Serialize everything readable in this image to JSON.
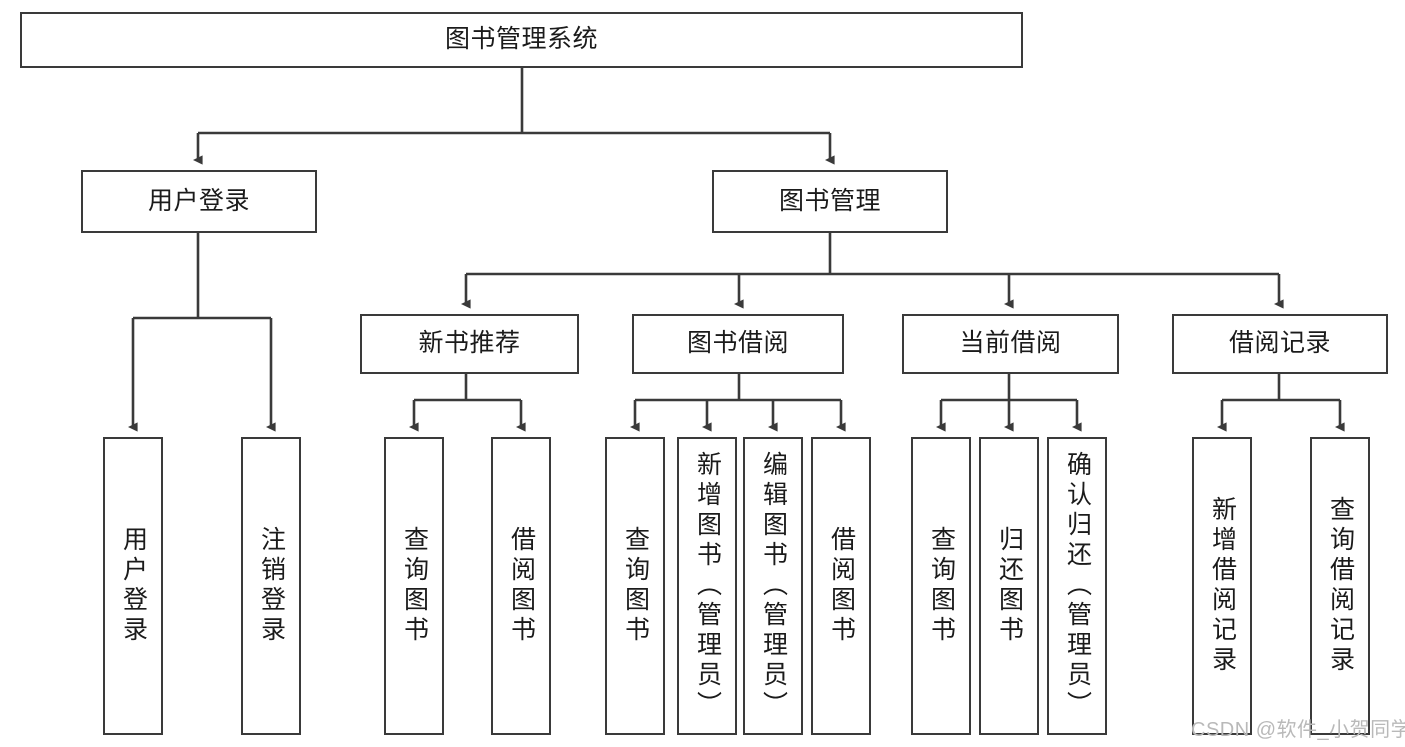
{
  "diagram": {
    "title": "图书管理系统",
    "type": "tree-hierarchy",
    "colors": {
      "box_border": "#3a3a3a",
      "box_fill": "#ffffff",
      "connector": "#3a3a3a",
      "text": "#1b1b1b",
      "watermark": "#b9b9b9"
    }
  },
  "root": {
    "label": "图书管理系统"
  },
  "level2": [
    {
      "label": "用户登录"
    },
    {
      "label": "图书管理"
    }
  ],
  "level3": [
    {
      "label": "新书推荐"
    },
    {
      "label": "图书借阅"
    },
    {
      "label": "当前借阅"
    },
    {
      "label": "借阅记录"
    }
  ],
  "leaves": {
    "user_login": [
      {
        "label": "用户登录"
      },
      {
        "label": "注销登录"
      }
    ],
    "new_book_recommend": [
      {
        "label": "查询图书"
      },
      {
        "label": "借阅图书"
      }
    ],
    "book_borrow": [
      {
        "label": "查询图书"
      },
      {
        "label": "新增图书（管理员）"
      },
      {
        "label": "编辑图书（管理员）"
      },
      {
        "label": "借阅图书"
      }
    ],
    "current_borrow": [
      {
        "label": "查询图书"
      },
      {
        "label": "归还图书"
      },
      {
        "label": "确认归还（管理员）"
      }
    ],
    "borrow_record": [
      {
        "label": "新增借阅记录"
      },
      {
        "label": "查询借阅记录"
      }
    ]
  },
  "watermark": {
    "text": "CSDN @软件_小贺同学"
  }
}
